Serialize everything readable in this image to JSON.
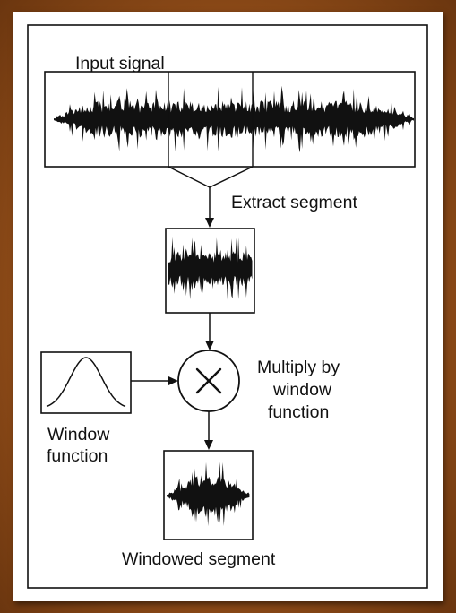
{
  "labels": {
    "input_signal": "Input signal",
    "extract_segment": "Extract segment",
    "multiply_line1": "Multiply by",
    "multiply_line2": "window",
    "multiply_line3": "function",
    "window_line1": "Window",
    "window_line2": "function",
    "windowed_segment": "Windowed segment"
  },
  "icons": {
    "multiply_symbol": "multiply-x-icon"
  },
  "colors": {
    "ink": "#111111",
    "paper": "#ffffff",
    "frame": "#96501a"
  }
}
